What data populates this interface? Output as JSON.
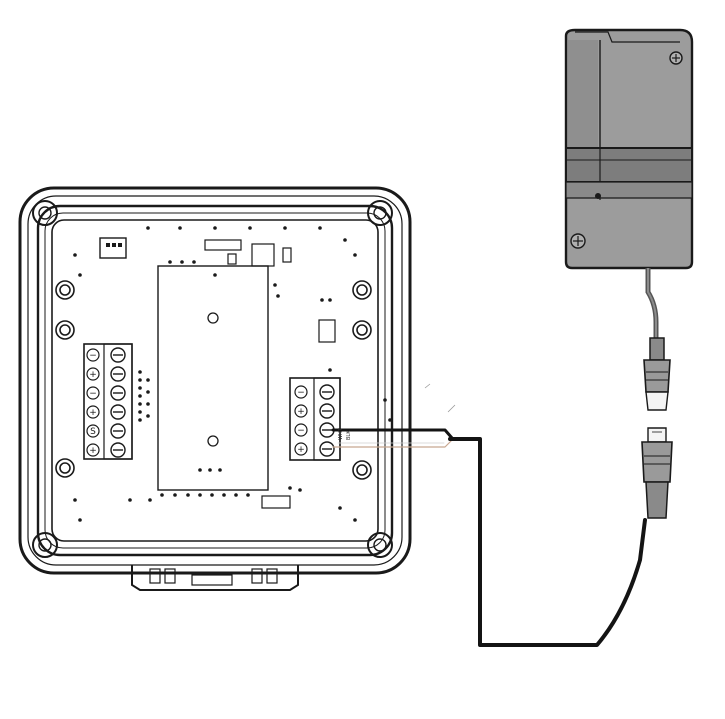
{
  "diagram": {
    "terminal_block_left": {
      "terminal_symbols": [
        "−",
        "+",
        "−",
        "+",
        "S",
        "+"
      ]
    },
    "terminal_block_right": {
      "terminal_symbols": [
        "−",
        "+",
        "−",
        "+"
      ]
    },
    "wire_labels": [
      "WHT",
      "BLK"
    ],
    "colors": {
      "outline": "#1a1a1a",
      "sensor_body": "#9c9c9c",
      "sensor_dark": "#7d7d7d",
      "cable": "#141414",
      "sensor_cable": "#555555",
      "wire_white_edge": "#c8a890"
    }
  }
}
